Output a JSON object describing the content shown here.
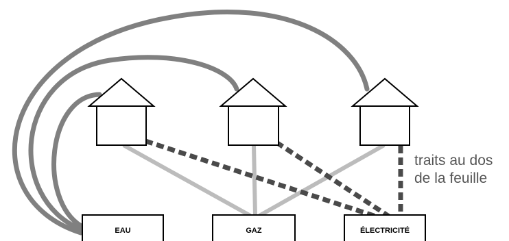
{
  "utilities": [
    {
      "id": "eau",
      "label": "EAU"
    },
    {
      "id": "gaz",
      "label": "GAZ"
    },
    {
      "id": "electricite",
      "label": "ÉLECTRICITÉ"
    }
  ],
  "houses": [
    {
      "id": "house-1"
    },
    {
      "id": "house-2"
    },
    {
      "id": "house-3"
    }
  ],
  "note": {
    "line1": "traits au dos",
    "line2": "de la feuille"
  },
  "connections": [
    {
      "from": "eau",
      "to": "house-1",
      "style": "curve"
    },
    {
      "from": "eau",
      "to": "house-2",
      "style": "curve"
    },
    {
      "from": "eau",
      "to": "house-3",
      "style": "curve"
    },
    {
      "from": "gaz",
      "to": "house-1",
      "style": "solid-light"
    },
    {
      "from": "gaz",
      "to": "house-2",
      "style": "solid-light"
    },
    {
      "from": "gaz",
      "to": "house-3",
      "style": "solid-light"
    },
    {
      "from": "electricite",
      "to": "house-1",
      "style": "dashed-dark"
    },
    {
      "from": "electricite",
      "to": "house-2",
      "style": "dashed-dark"
    },
    {
      "from": "electricite",
      "to": "house-3",
      "style": "dashed-dark"
    }
  ],
  "colors": {
    "curve": "#808080",
    "solid_light": "#bcbcbc",
    "dashed_dark": "#4a4a4a",
    "note_text": "#555555"
  }
}
